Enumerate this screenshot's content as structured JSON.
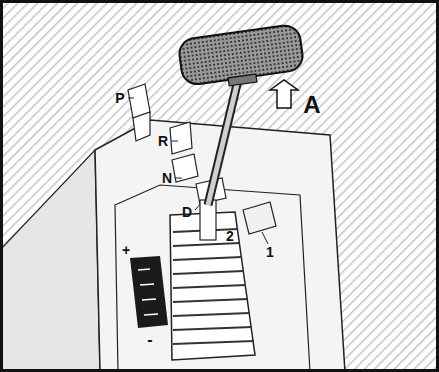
{
  "diagram": {
    "labels": [
      "P",
      "R",
      "N",
      "D",
      "2",
      "1",
      "A",
      "+",
      "-"
    ]
  }
}
